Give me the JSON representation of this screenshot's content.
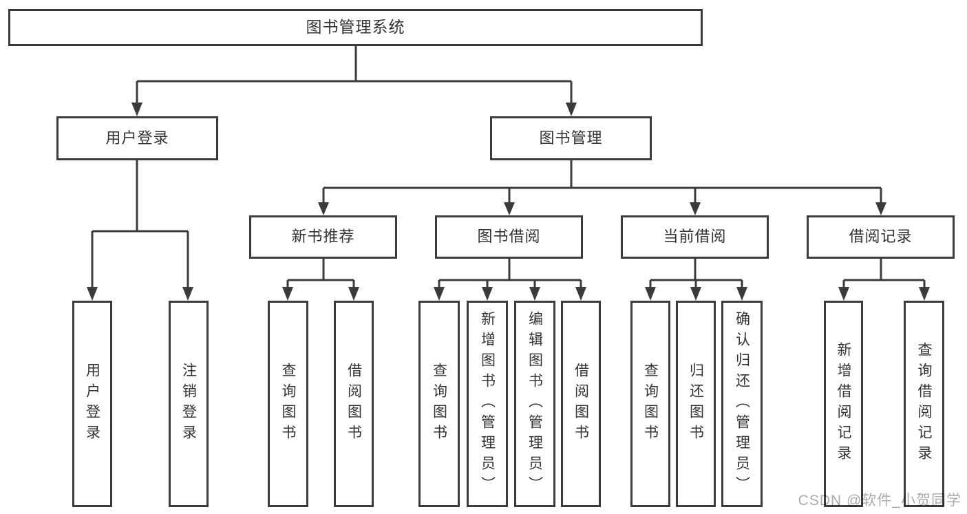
{
  "colors": {
    "line": "#3b3b3b",
    "node_border": "#3b3b3b",
    "node_text": "#333333",
    "background": "#ffffff",
    "watermark": "#ababab"
  },
  "watermark": {
    "text": "CSDN @软件_小贺同学"
  },
  "tree": {
    "root": {
      "label": "图书管理系统",
      "children": [
        {
          "label": "用户登录",
          "children": [
            {
              "label": "用户登录"
            },
            {
              "label": "注销登录"
            }
          ]
        },
        {
          "label": "图书管理",
          "children": [
            {
              "label": "新书推荐",
              "children": [
                {
                  "label": "查询图书"
                },
                {
                  "label": "借阅图书"
                }
              ]
            },
            {
              "label": "图书借阅",
              "children": [
                {
                  "label": "查询图书"
                },
                {
                  "label": "新增图书（管理员）"
                },
                {
                  "label": "编辑图书（管理员）"
                },
                {
                  "label": "借阅图书"
                }
              ]
            },
            {
              "label": "当前借阅",
              "children": [
                {
                  "label": "查询图书"
                },
                {
                  "label": "归还图书"
                },
                {
                  "label": "确认归还（管理员）"
                }
              ]
            },
            {
              "label": "借阅记录",
              "children": [
                {
                  "label": "新增借阅记录"
                },
                {
                  "label": "查询借阅记录"
                }
              ]
            }
          ]
        }
      ]
    }
  }
}
